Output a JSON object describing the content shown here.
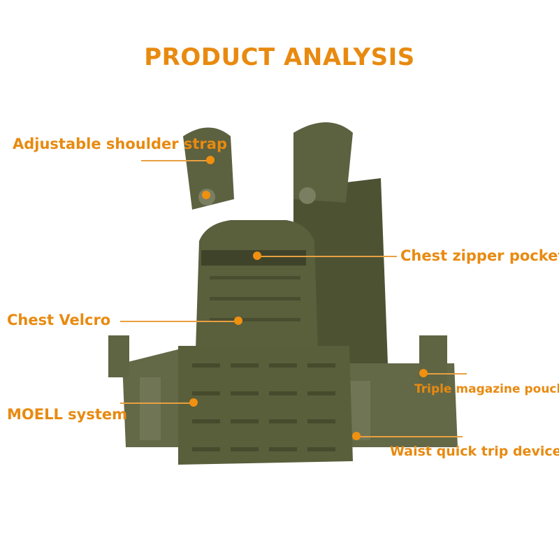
{
  "title": "PRODUCT ANALYSIS",
  "accent_color": "#e88a10",
  "product_color": "#5a5f3c",
  "annotations": [
    {
      "id": "shoulder",
      "label": "Adjustable shoulder strap"
    },
    {
      "id": "zipper",
      "label": "Chest zipper pocket"
    },
    {
      "id": "velcro",
      "label": "Chest Velcro"
    },
    {
      "id": "magazine",
      "label": "Triple magazine pouch"
    },
    {
      "id": "molle",
      "label": "MOELL system"
    },
    {
      "id": "waist",
      "label": "Waist quick trip device"
    }
  ]
}
